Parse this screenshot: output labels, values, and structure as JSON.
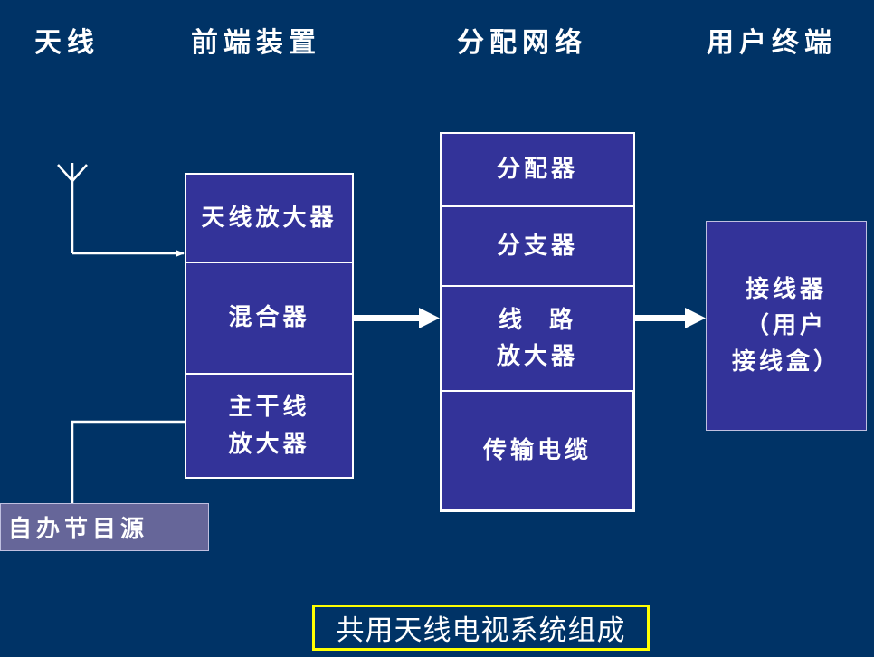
{
  "headers": {
    "antenna": "天线",
    "front_end": "前端装置",
    "distribution_network": "分配网络",
    "user_terminal": "用户终端"
  },
  "front_end_blocks": {
    "antenna_amplifier": "天线放大器",
    "mixer": "混合器",
    "trunk_amplifier": "主干线\n放大器"
  },
  "distribution_blocks": {
    "splitter": "分配器",
    "tap": "分支器",
    "line_amplifier": "线  路\n放大器",
    "transmission_cable": "传输电缆"
  },
  "user_block": "接线器\n（用户\n接线盒）",
  "local_source": "自办节目源",
  "caption": "共用天线电视系统组成",
  "colors": {
    "background": "#003366",
    "block_fill": "#333399",
    "source_fill": "#666699",
    "caption_border": "#ffff00",
    "text": "#ffffff"
  }
}
